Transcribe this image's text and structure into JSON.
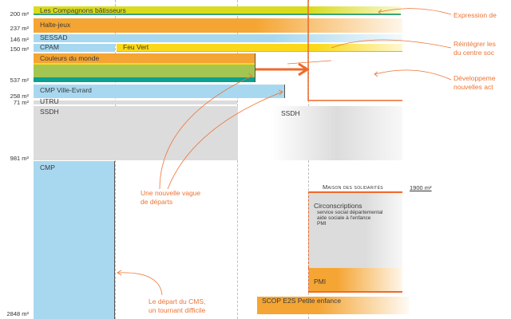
{
  "diagram": {
    "areas": [
      "200 m²",
      "237 m²",
      "146 m²",
      "150 m²",
      "537 m²",
      "258 m²",
      "71 m²",
      "981 m²",
      "2848 m²"
    ],
    "bars": {
      "compagnons": "Les Compagnons bâtisseurs",
      "halte": "Halte-jeux",
      "sessad": "SESSAD",
      "cpam": "CPAM",
      "feuvert": "Feu Vert",
      "couleurs": "Couleurs du monde",
      "cmpve": "CMP Ville-Evrard",
      "utru": "UTRU",
      "ssdh": "SSDH",
      "ssdh2": "SSDH",
      "cmp": "CMP",
      "scop": "SCOP E2S Petite enfance"
    },
    "maison": {
      "title": "Maison des solidarités",
      "area": "1900 m²",
      "circ_title": "Circonscriptions",
      "circ_lines": [
        "service social départemental",
        "aide sociale à l'enfance",
        "PMI"
      ],
      "pmi": "PMI"
    },
    "notes": {
      "expression": "Expression de",
      "reintegrer_1": "Réintégrer les",
      "reintegrer_2": "du centre soc",
      "developpement_1": "Développeme",
      "developpement_2": "nouvelles act",
      "vague_1": "Une nouvelle vague",
      "vague_2": "de départs",
      "cms_1": "Le départ du CMS,",
      "cms_2": "un tournant difficile"
    },
    "colors": {
      "accent": "#ee6a2a",
      "yellowgreen": "#d8dc1c",
      "orange": "#f5a533",
      "lightblue": "#a8d8f0",
      "yellow": "#fbd91a",
      "green": "#a3c653",
      "teal": "#0ba08f",
      "grey": "#dcdcdc"
    }
  }
}
